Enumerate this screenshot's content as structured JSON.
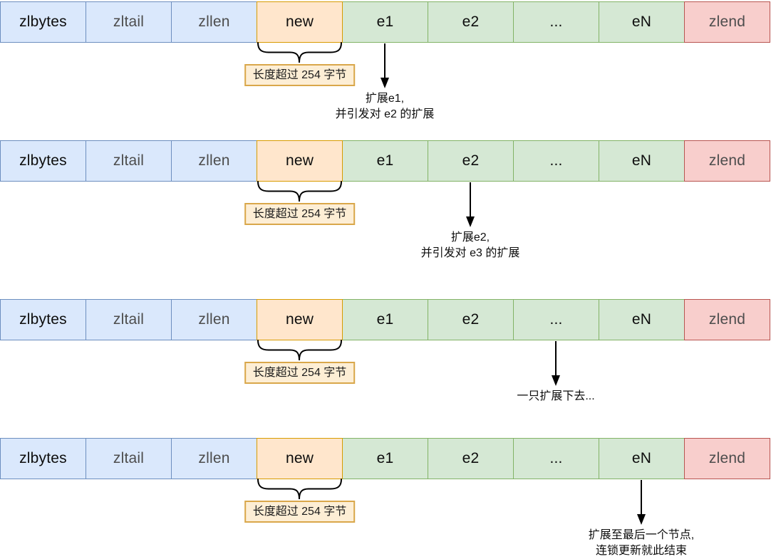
{
  "diagram": {
    "cells": [
      {
        "id": "zlbytes",
        "label": "zlbytes",
        "type": "blue",
        "text_tone": "dark"
      },
      {
        "id": "zltail",
        "label": "zltail",
        "type": "blue",
        "text_tone": "gray"
      },
      {
        "id": "zllen",
        "label": "zllen",
        "type": "blue",
        "text_tone": "gray"
      },
      {
        "id": "new",
        "label": "new",
        "type": "orange",
        "text_tone": "dark"
      },
      {
        "id": "e1",
        "label": "e1",
        "type": "green",
        "text_tone": "dark"
      },
      {
        "id": "e2",
        "label": "e2",
        "type": "green",
        "text_tone": "dark"
      },
      {
        "id": "dots",
        "label": "...",
        "type": "green",
        "text_tone": "dark"
      },
      {
        "id": "en",
        "label": "eN",
        "type": "green",
        "text_tone": "dark"
      },
      {
        "id": "zlend",
        "label": "zlend",
        "type": "red",
        "text_tone": "gray"
      }
    ],
    "brace_cell_id": "new",
    "brace_label": "长度超过 254 字节",
    "rows": [
      {
        "arrow_from_cell": "e1",
        "annotation": [
          "扩展e1,",
          "并引发对 e2 的扩展"
        ]
      },
      {
        "arrow_from_cell": "e2",
        "annotation": [
          "扩展e2,",
          "并引发对 e3 的扩展"
        ]
      },
      {
        "arrow_from_cell": "dots",
        "annotation": [
          "一只扩展下去..."
        ]
      },
      {
        "arrow_from_cell": "en",
        "annotation": [
          "扩展至最后一个节点,",
          "连锁更新就此结束"
        ]
      }
    ],
    "colors": {
      "blue_fill": "#dae8fc",
      "blue_stroke": "#6c8ebf",
      "orange_fill": "#ffe6cc",
      "orange_stroke": "#d79b00",
      "green_fill": "#d5e8d4",
      "green_stroke": "#82b366",
      "red_fill": "#f8cecc",
      "red_stroke": "#b85450",
      "note_fill": "#fdeed5",
      "note_stroke": "#d9a74a",
      "line": "#000000",
      "text_dark": "#0d0d0d",
      "text_gray": "#4d4d4d",
      "background": "#ffffff"
    }
  }
}
